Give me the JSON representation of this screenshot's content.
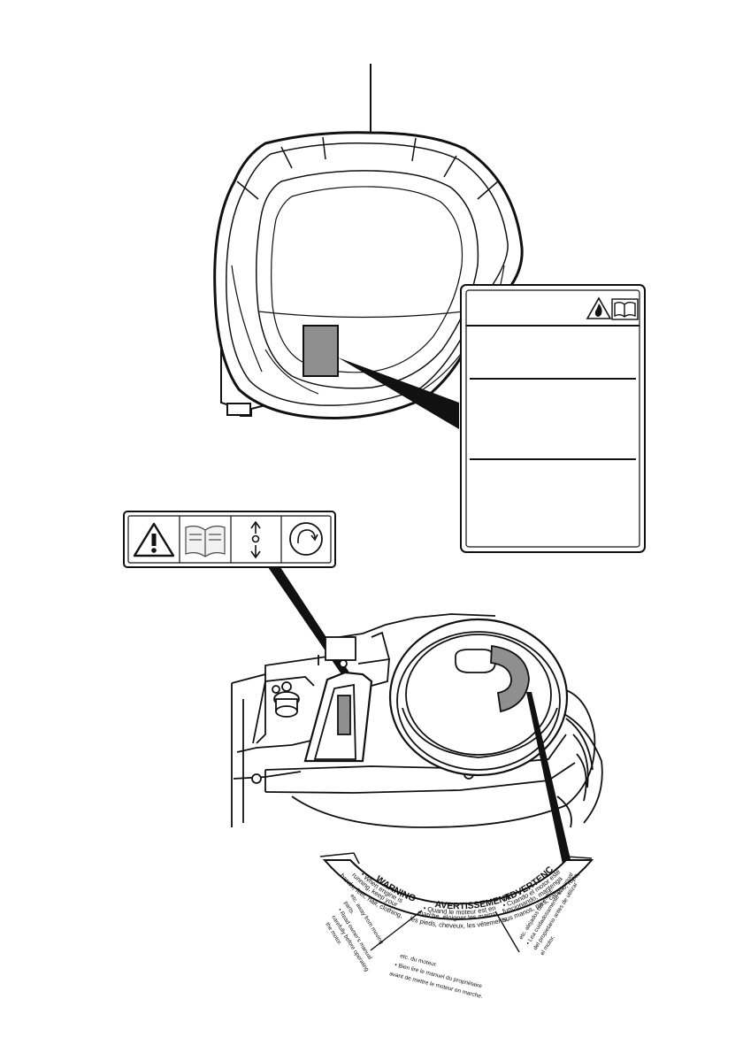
{
  "labels": {
    "warning_en": {
      "title": "WARNING",
      "lines": [
        "• When engine is",
        "running, keep your",
        "hands, feet, hair, clothing,",
        "etc. away from moving",
        "parts.",
        "• Read owner's manual",
        "carefully before operating",
        "the motor."
      ]
    },
    "warning_fr": {
      "title": "AVERTISSEMENT",
      "lines": [
        "• Quand le moteur est en",
        "marche, éloigner les mains,",
        "les pieds, cheveux, les vêtements,",
        "etc. du moteur.",
        "• Bien lire le manuel du propriétaire",
        "avant de mettre le moteur en marche."
      ]
    },
    "warning_es": {
      "title": "ADVERTENCIA",
      "lines": [
        "• Cuando el motor esté",
        "funcionando, mantenga",
        "sus manos, pies, cabello, ropa,",
        "etc. alejados del motor.",
        "• Lea cuidadosamente el manual",
        "del propietario antes de utilizar",
        "el motor."
      ]
    }
  },
  "icons": {
    "cover_decal": [
      "flame-warning-icon",
      "manual-book-icon"
    ],
    "pictogram_strip": [
      "warning-triangle-icon",
      "manual-book-icon",
      "choke-arrows-icon",
      "recoil-start-icon"
    ]
  },
  "colors": {
    "line": "#111111",
    "decal_fill": "#8f8f8f",
    "background": "#ffffff"
  }
}
